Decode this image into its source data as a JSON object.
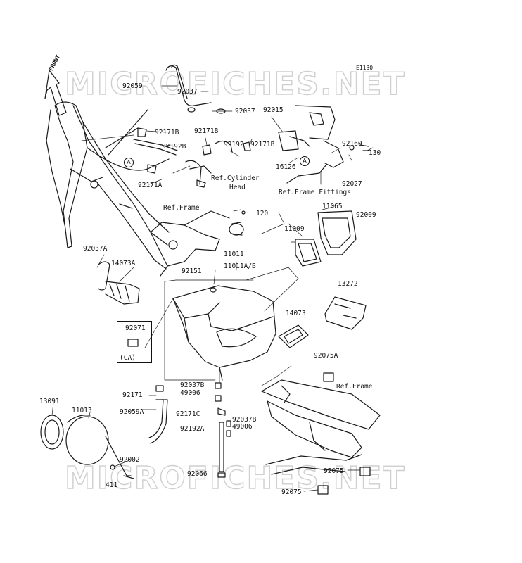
{
  "diagram_id": "E1130",
  "front_label": "FRONT",
  "watermarks": [
    "MICROFICHES.NET",
    "MICROFICHES.NET"
  ],
  "markers": [
    "A",
    "A"
  ],
  "labels": [
    "92059",
    "92037",
    "92037",
    "92015",
    "92171B",
    "92171B",
    "92192B",
    "92192",
    "92171B",
    "16126",
    "92160",
    "130",
    "92027",
    "92171A",
    "Ref.Cylinder",
    "Head",
    "Ref.Frame Fittings",
    "Ref.Frame",
    "11065",
    "120",
    "92009",
    "11009",
    "11011",
    "92037A",
    "14073A",
    "11011A/B",
    "92151",
    "13272",
    "14073",
    "92071",
    "(CA)",
    "92075A",
    "92037B",
    "Ref.Frame",
    "49006",
    "92171",
    "13091",
    "11013",
    "92059A",
    "92171C",
    "92037B",
    "49006",
    "92192A",
    "92002",
    "92075",
    "92066",
    "411",
    "92075"
  ]
}
